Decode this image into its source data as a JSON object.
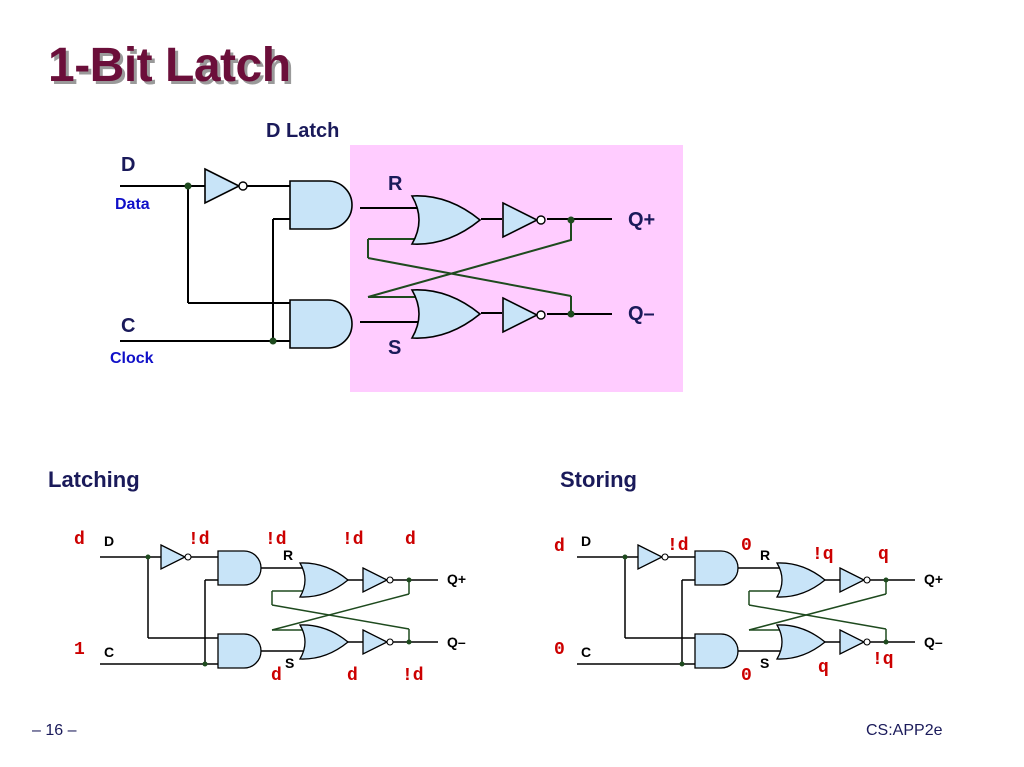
{
  "title": "1-Bit Latch",
  "main_diagram": {
    "caption": "D Latch",
    "input_d": "D",
    "input_d_desc": "Data",
    "input_c": "C",
    "input_c_desc": "Clock",
    "node_r": "R",
    "node_s": "S",
    "output_qplus": "Q+",
    "output_qminus": "Q–"
  },
  "latching": {
    "heading": "Latching",
    "pin_d": "D",
    "pin_c": "C",
    "pin_r": "R",
    "pin_s": "S",
    "out_qplus": "Q+",
    "out_qminus": "Q–",
    "val_d_in": "d",
    "val_c_in": "1",
    "val_inv_out": "!d",
    "val_r": "!d",
    "val_or_top_out": "!d",
    "val_qplus": "d",
    "val_s": "d",
    "val_or_bottom_out": "d",
    "val_qminus": "!d"
  },
  "storing": {
    "heading": "Storing",
    "pin_d": "D",
    "pin_c": "C",
    "pin_r": "R",
    "pin_s": "S",
    "out_qplus": "Q+",
    "out_qminus": "Q–",
    "val_d_in": "d",
    "val_c_in": "0",
    "val_inv_out": "!d",
    "val_r": "0",
    "val_or_top_out": "!q",
    "val_qplus": "q",
    "val_s": "0",
    "val_or_bottom_out": "q",
    "val_qminus": "!q"
  },
  "footer": {
    "page": "– 16 –",
    "course": "CS:APP2e"
  },
  "colors": {
    "title": "#6b0f3a",
    "gate_fill": "#c8e4f8",
    "highlight_fill": "#ffccff",
    "wire": "#000000",
    "feedback_wire": "#1e4a1e",
    "value_text": "#cc0000",
    "heading_text": "#1a1a5a",
    "sublabel_text": "#1010c8"
  }
}
